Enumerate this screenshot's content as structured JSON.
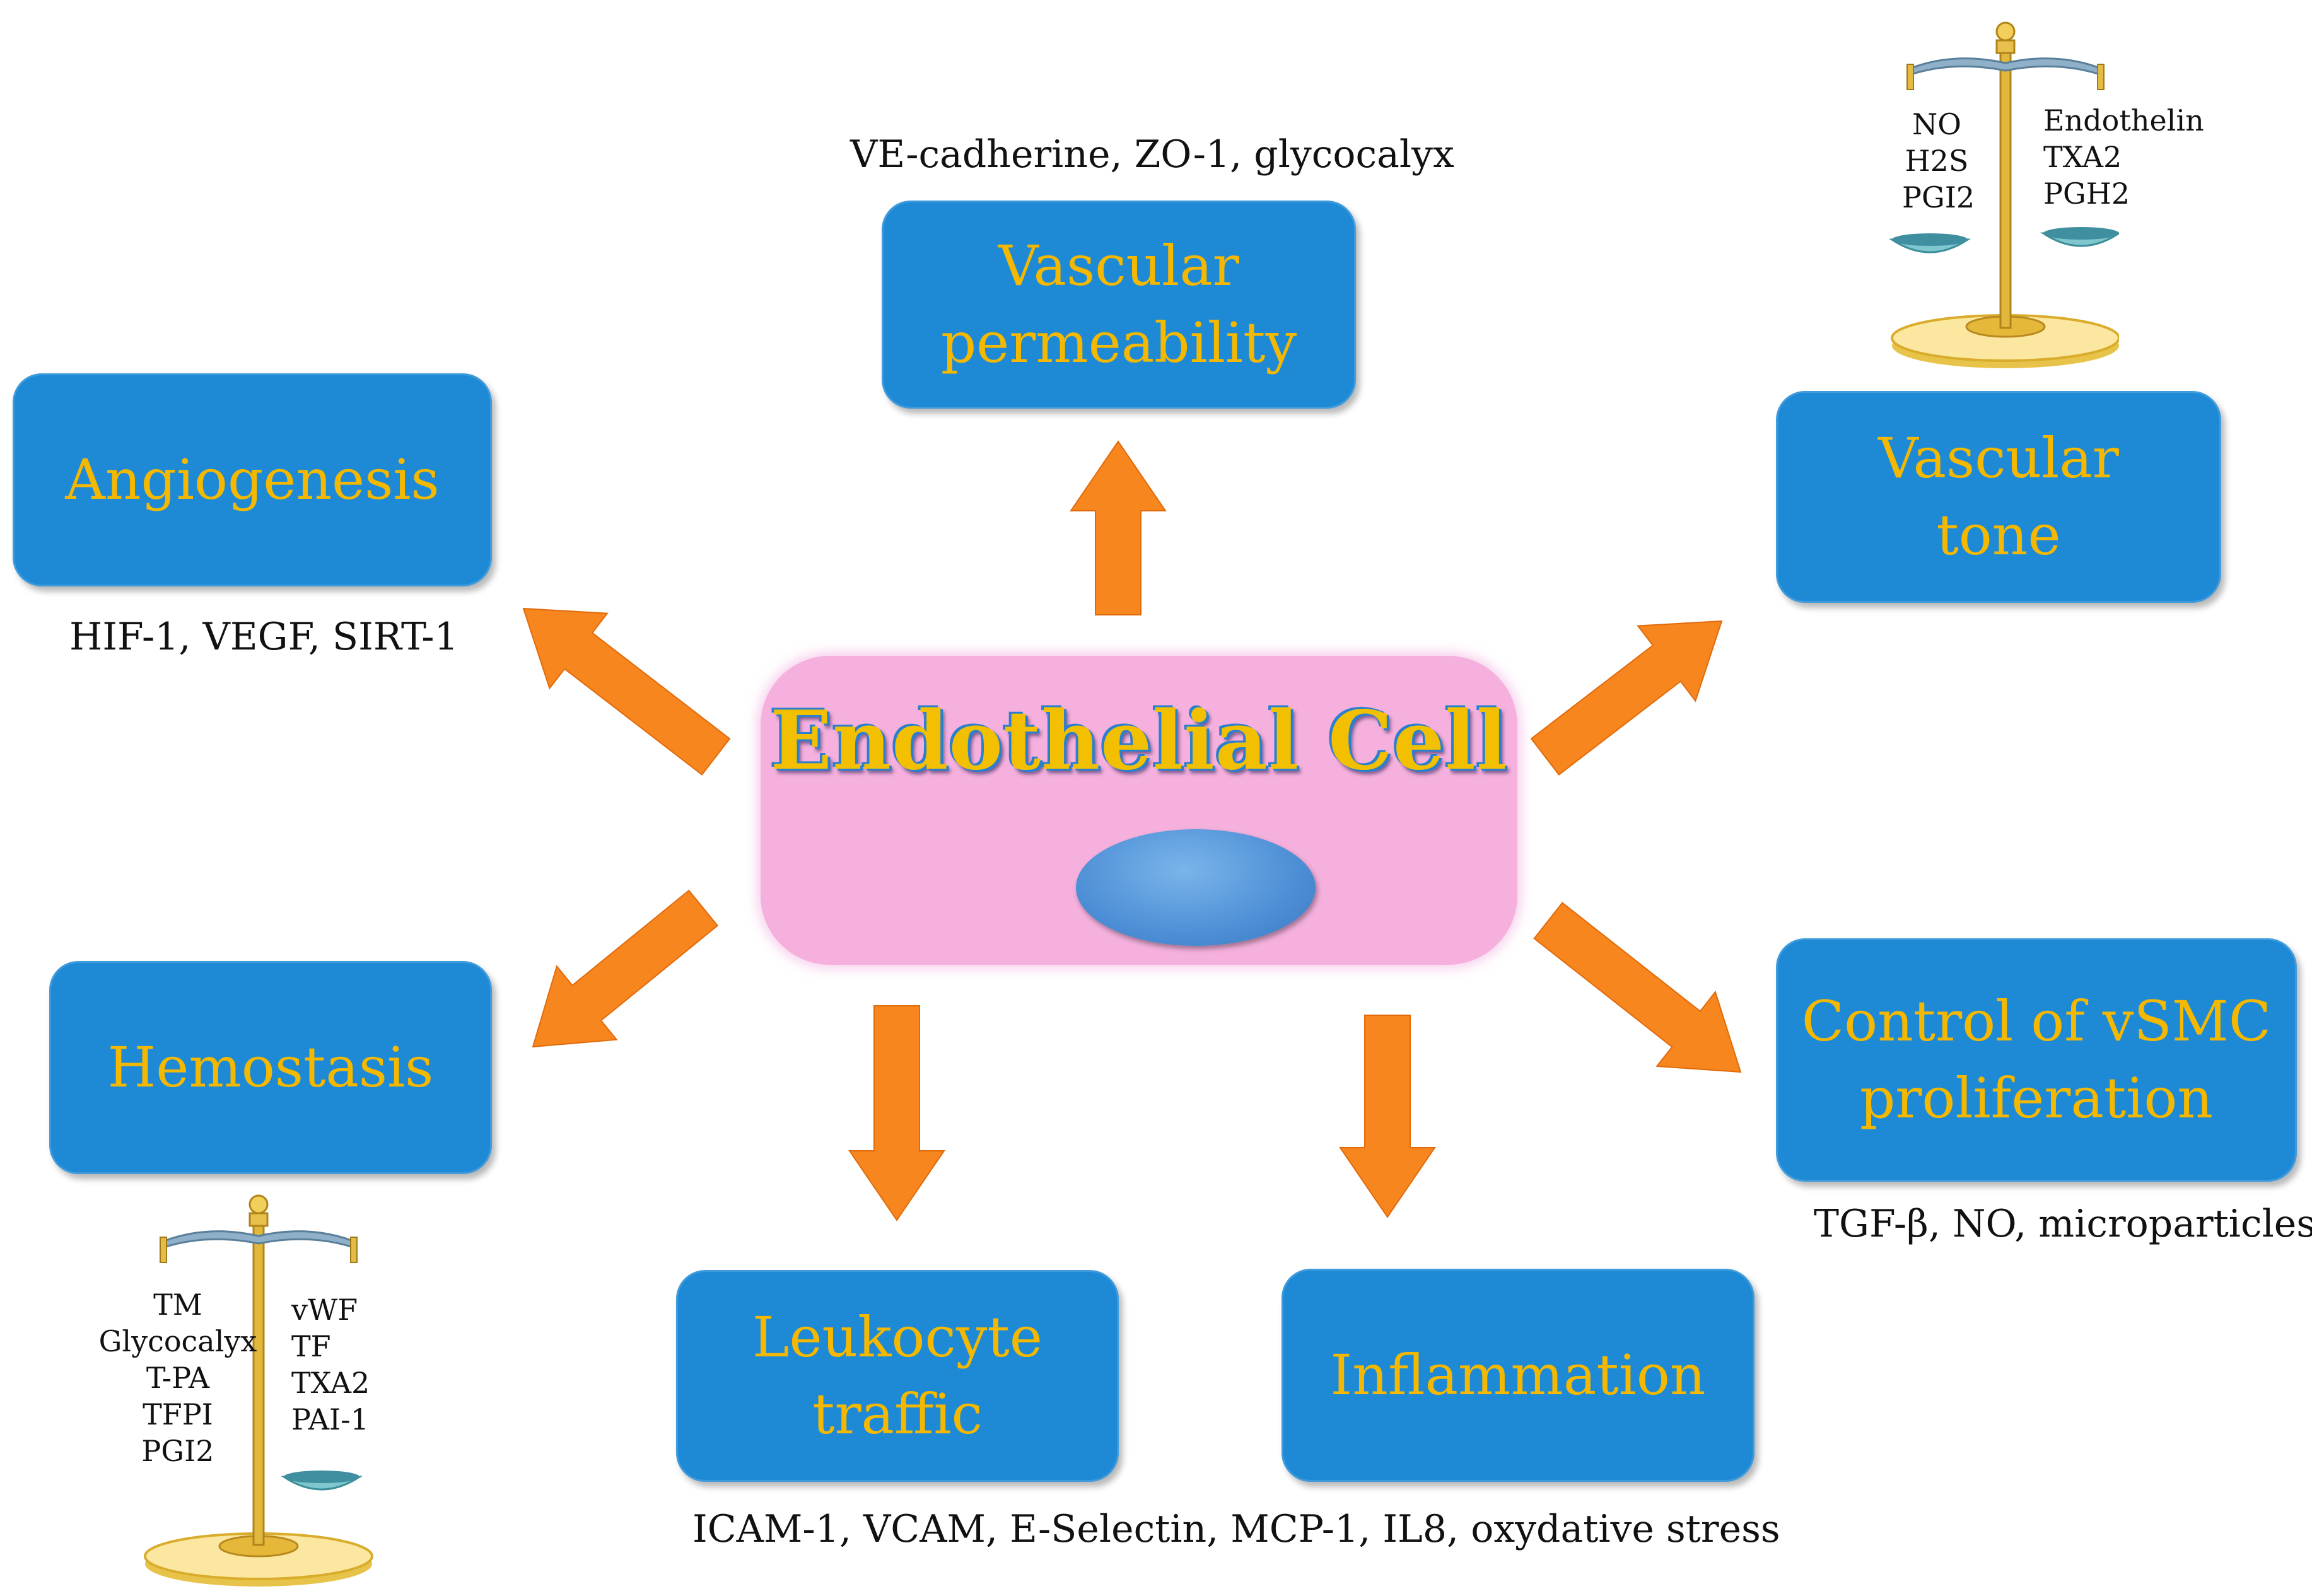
{
  "center": {
    "title": "Endothelial Cell"
  },
  "boxes": {
    "vascular_permeability": "Vascular\npermeability",
    "angiogenesis": "Angiogenesis",
    "vascular_tone": "Vascular\ntone",
    "hemostasis": "Hemostasis",
    "leukocyte_traffic": "Leukocyte\ntraffic",
    "inflammation": "Inflammation",
    "vsmc": "Control of vSMC\nproliferation"
  },
  "captions": {
    "vascular_permeability": "VE-cadherine, ZO-1, glycocalyx",
    "angiogenesis": "HIF-1, VEGF, SIRT-1",
    "vsmc": "TGF-β, NO, microparticles",
    "leukocyte_inflammation": "ICAM-1, VCAM, E-Selectin, MCP-1, IL8, oxydative stress"
  },
  "tone_scale": {
    "left": [
      "NO",
      "H2S",
      "PGI2"
    ],
    "right": [
      "Endothelin",
      "TXA2",
      "PGH2"
    ]
  },
  "hemostasis_scale": {
    "left": [
      "TM",
      "Glycocalyx",
      "T-PA",
      "TFPI",
      "PGI2"
    ],
    "right": [
      "vWF",
      "TF",
      "TXA2",
      "PAI-1"
    ]
  },
  "colors": {
    "box_fill": "#1e8ad6",
    "box_text": "#f5b800",
    "arrow": "#f7861e",
    "cell_fill": "#f5b0dd",
    "nucleus": "#4d8fd6"
  },
  "icons": [
    "balance-scale-icon",
    "arrow-icon"
  ]
}
